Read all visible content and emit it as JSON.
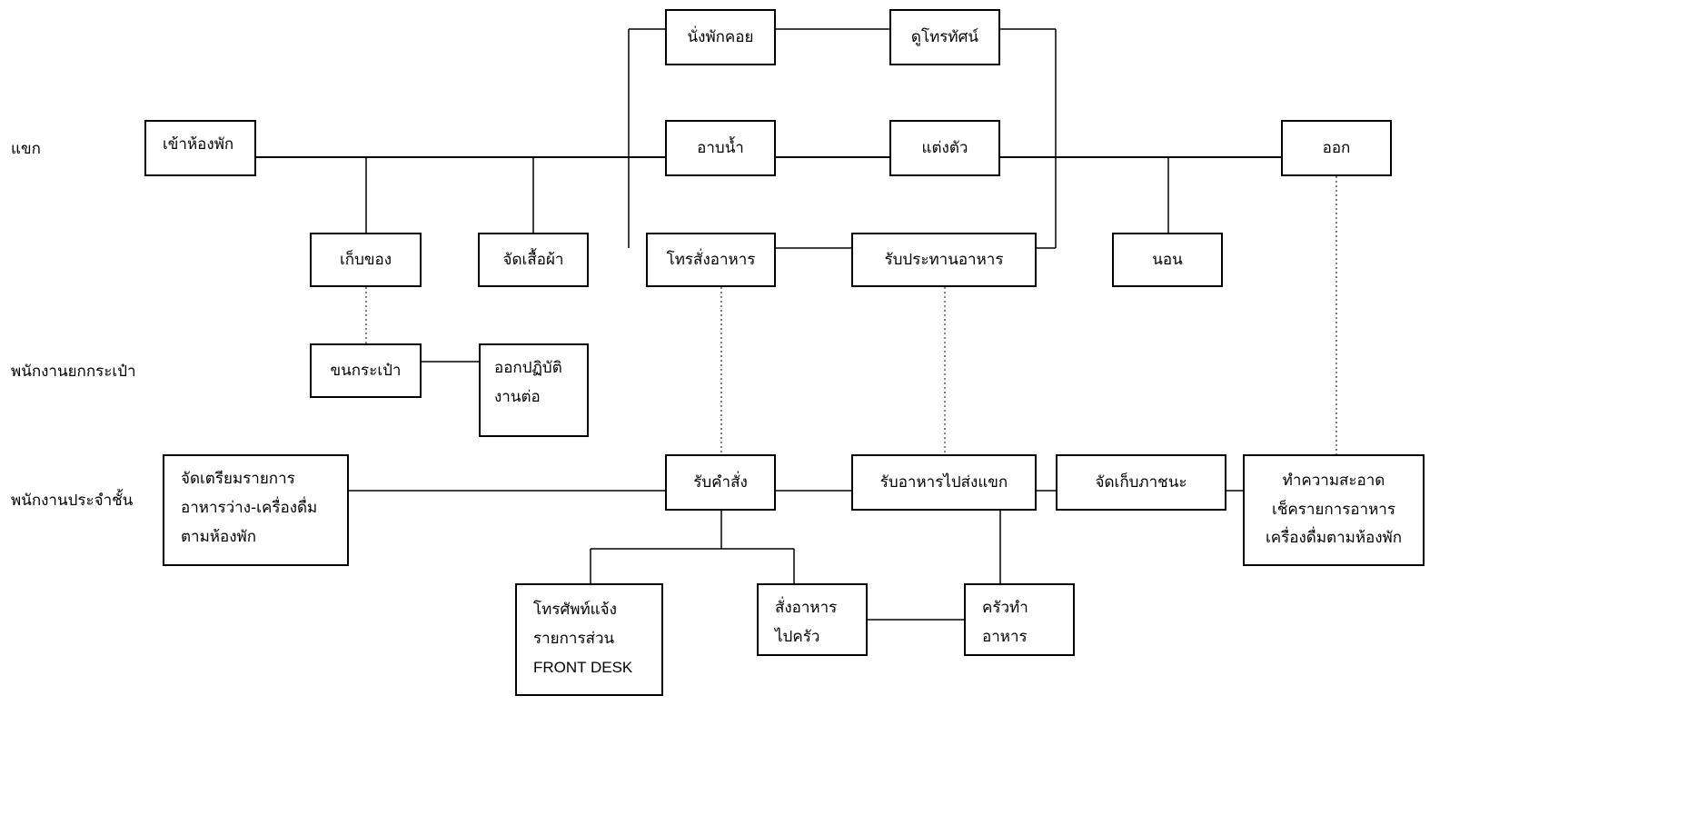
{
  "lanes": {
    "guest": "แขก",
    "bellboy": "พนักงานยกกระเป๋า",
    "floor_staff": "พนักงานประจำชั้น"
  },
  "boxes": {
    "check_in": "เข้าห้องพัก",
    "wait": "นั่งพักคอย",
    "watch_tv": "ดูโทรทัศน์",
    "shower": "อาบน้ำ",
    "dress": "แต่งตัว",
    "check_out": "ออก",
    "store_items": "เก็บของ",
    "arrange_clothes": "จัดเสื้อผ้า",
    "phone_order": "โทรสั่งอาหาร",
    "eat": "รับประทานอาหาร",
    "sleep": "นอน",
    "carry_bags": "ขนกระเป๋า",
    "other_duties": [
      "ออกปฏิบัติ",
      "งานต่อ"
    ],
    "prepare_menu": [
      "จัดเตรียมรายการ",
      "อาหารว่าง-เครื่องดื่ม",
      "ตามห้องพัก"
    ],
    "take_order": "รับคำสั่ง",
    "deliver_food": "รับอาหารไปส่งแขก",
    "clear_dishes": "จัดเก็บภาชนะ",
    "clean_room": [
      "ทำความสะอาด",
      "เช็ครายการอาหาร",
      "เครื่องดื่มตามห้องพัก"
    ],
    "notify_front_desk": [
      "โทรศัพท์แจ้ง",
      "รายการส่วน",
      "FRONT DESK"
    ],
    "order_kitchen": [
      "สั่งอาหาร",
      "ไปครัว"
    ],
    "kitchen_cooks": [
      "ครัวทำ",
      "อาหาร"
    ]
  }
}
